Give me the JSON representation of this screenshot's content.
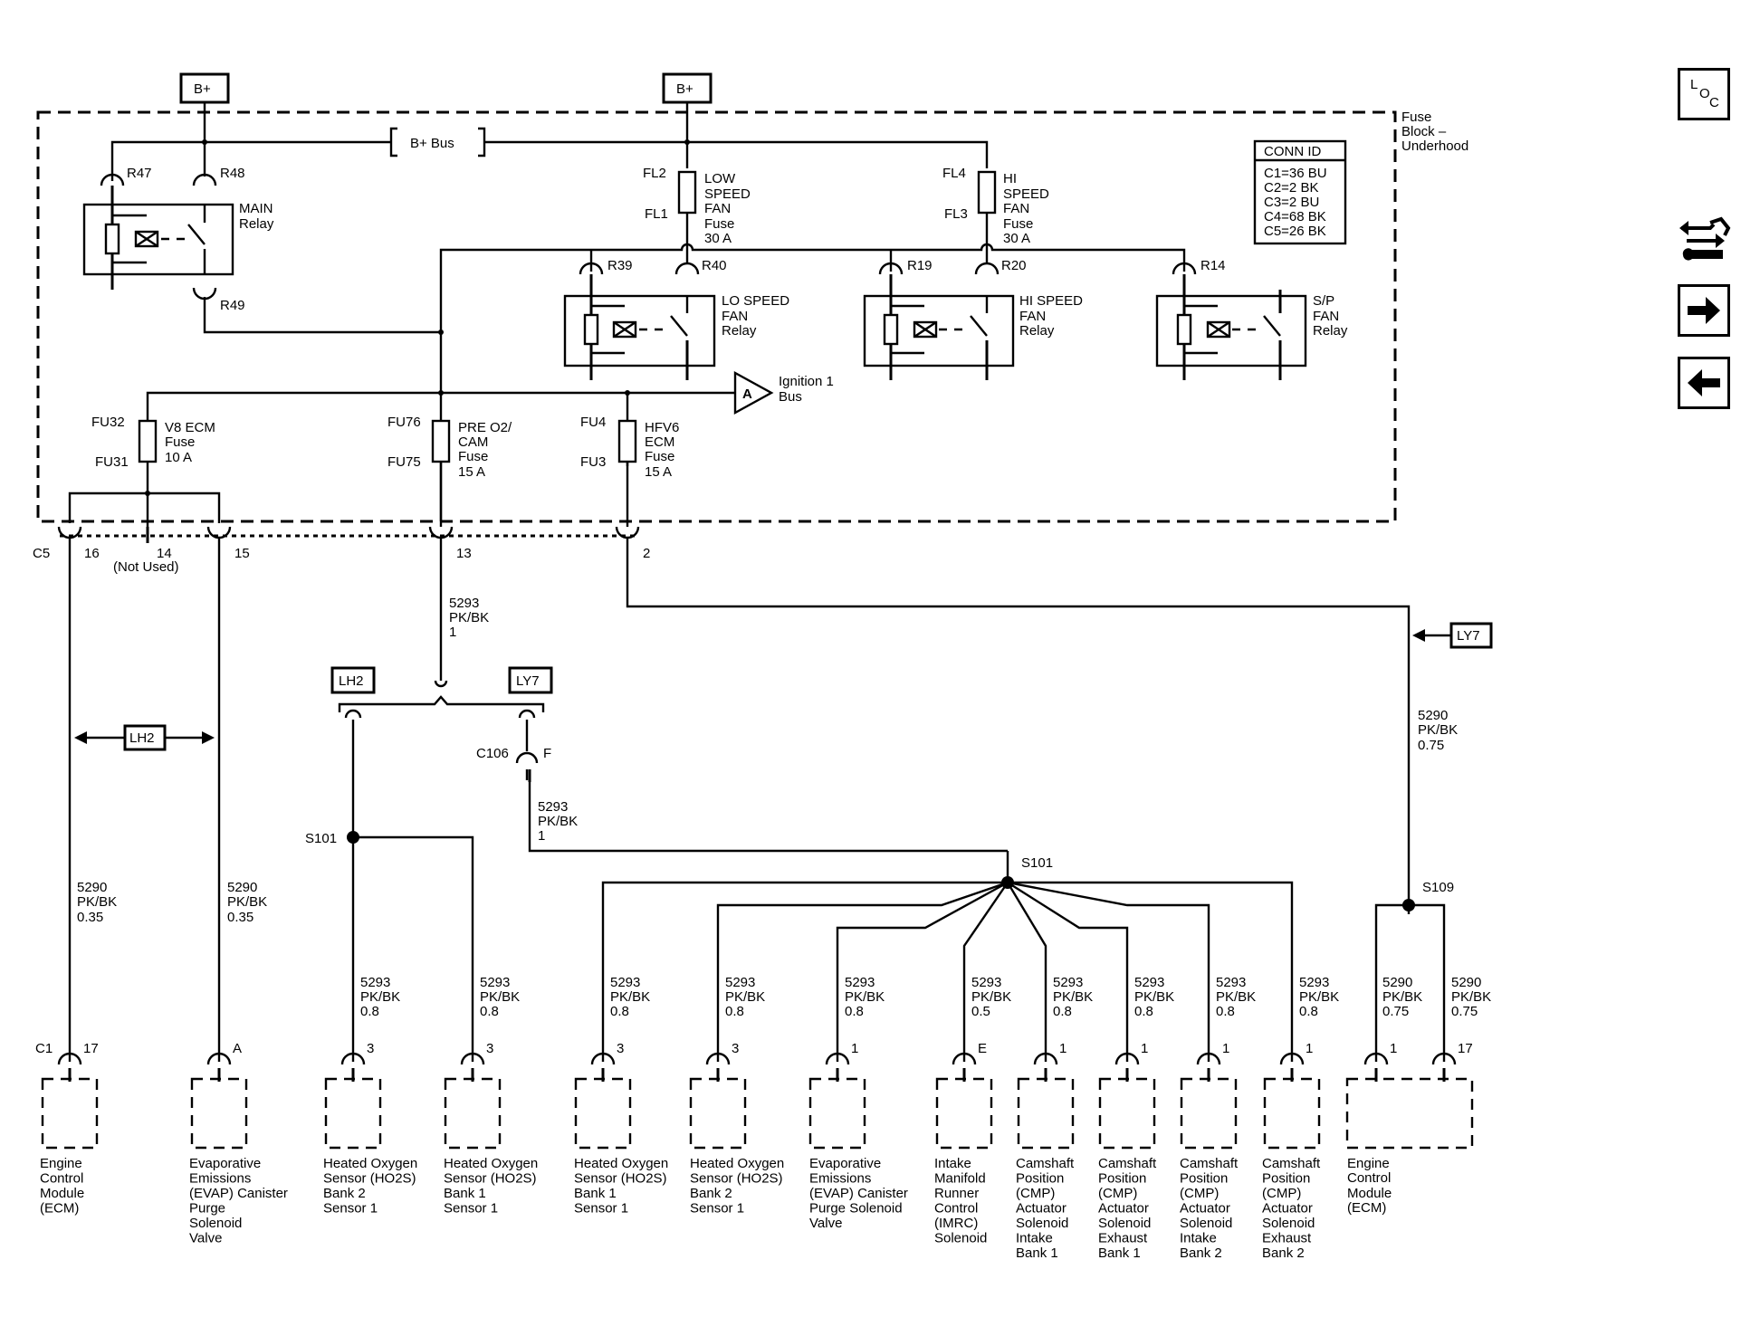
{
  "power": {
    "bplus_left": "B+",
    "bplus_right": "B+",
    "bus": "B+ Bus"
  },
  "fuse_block": {
    "label": [
      "Fuse",
      "Block –",
      "Underhood"
    ]
  },
  "conn_id": {
    "title": "CONN ID",
    "rows": [
      "C1=36 BU",
      "C2=2 BK",
      "C3=2 BU",
      "C4=68 BK",
      "C5=26 BK"
    ]
  },
  "relays": {
    "main": {
      "label": [
        "MAIN",
        "Relay"
      ],
      "pins": [
        "R47",
        "R48",
        "R49"
      ]
    },
    "lo": {
      "label": [
        "LO SPEED",
        "FAN",
        "Relay"
      ],
      "pins": [
        "R39",
        "R40"
      ]
    },
    "hi": {
      "label": [
        "HI SPEED",
        "FAN",
        "Relay"
      ],
      "pins": [
        "R19",
        "R20"
      ]
    },
    "sp": {
      "label": [
        "S/P",
        "FAN",
        "Relay"
      ],
      "pins": [
        "R14"
      ]
    }
  },
  "fuses": {
    "low_fan": {
      "top": "FL2",
      "bot": "FL1",
      "label": [
        "LOW",
        "SPEED",
        "FAN",
        "Fuse",
        "30 A"
      ]
    },
    "hi_fan": {
      "top": "FL4",
      "bot": "FL3",
      "label": [
        "HI",
        "SPEED",
        "FAN",
        "Fuse",
        "30 A"
      ]
    },
    "v8": {
      "top": "FU32",
      "bot": "FU31",
      "label": [
        "V8 ECM",
        "Fuse",
        "10 A"
      ]
    },
    "pre": {
      "top": "FU76",
      "bot": "FU75",
      "label": [
        "PRE O2/",
        "CAM",
        "Fuse",
        "15 A"
      ]
    },
    "hfv6": {
      "top": "FU4",
      "bot": "FU3",
      "label": [
        "HFV6",
        "ECM",
        "Fuse",
        "15 A"
      ]
    }
  },
  "ignition": {
    "letter": "A",
    "label": [
      "Ignition 1",
      "Bus"
    ]
  },
  "c5": {
    "name": "C5",
    "pins": [
      "16",
      "14",
      "15",
      "13",
      "2"
    ],
    "not_used": "(Not Used)"
  },
  "wires": {
    "w1": [
      "5293",
      "PK/BK",
      "1"
    ],
    "w2": [
      "5293",
      "PK/BK",
      "1"
    ],
    "w_right": [
      "5290",
      "PK/BK",
      "0.75"
    ],
    "w_ecm": [
      "5290",
      "PK/BK",
      "0.35"
    ],
    "w_evap": [
      "5290",
      "PK/BK",
      "0.35"
    ]
  },
  "options": {
    "lh2_a": "LH2",
    "ly7_a": "LY7",
    "lh2_b": "LH2",
    "ly7_b": "LY7"
  },
  "c106": {
    "name": "C106",
    "pin": "F"
  },
  "splices": {
    "s101_a": "S101",
    "s101_b": "S101",
    "s109": "S109"
  },
  "components": [
    {
      "conn": "C1",
      "pin": "17",
      "wire": [],
      "name": [
        "Engine",
        "Control",
        "Module",
        "(ECM)"
      ]
    },
    {
      "conn": "",
      "pin": "A",
      "wire": [],
      "name": [
        "Evaporative",
        "Emissions",
        "(EVAP) Canister",
        "Purge",
        "Solenoid",
        "Valve"
      ]
    },
    {
      "conn": "",
      "pin": "3",
      "wire": [
        "5293",
        "PK/BK",
        "0.8"
      ],
      "name": [
        "Heated Oxygen",
        "Sensor (HO2S)",
        "Bank 2",
        "Sensor 1"
      ]
    },
    {
      "conn": "",
      "pin": "3",
      "wire": [
        "5293",
        "PK/BK",
        "0.8"
      ],
      "name": [
        "Heated Oxygen",
        "Sensor (HO2S)",
        "Bank 1",
        "Sensor 1"
      ]
    },
    {
      "conn": "",
      "pin": "3",
      "wire": [
        "5293",
        "PK/BK",
        "0.8"
      ],
      "name": [
        "Heated Oxygen",
        "Sensor (HO2S)",
        "Bank 1",
        "Sensor 1"
      ]
    },
    {
      "conn": "",
      "pin": "3",
      "wire": [
        "5293",
        "PK/BK",
        "0.8"
      ],
      "name": [
        "Heated Oxygen",
        "Sensor (HO2S)",
        "Bank 2",
        "Sensor 1"
      ]
    },
    {
      "conn": "",
      "pin": "1",
      "wire": [
        "5293",
        "PK/BK",
        "0.8"
      ],
      "name": [
        "Evaporative",
        "Emissions",
        "(EVAP) Canister",
        "Purge Solenoid",
        "Valve"
      ]
    },
    {
      "conn": "",
      "pin": "E",
      "wire": [
        "5293",
        "PK/BK",
        "0.5"
      ],
      "name": [
        "Intake",
        "Manifold",
        "Runner",
        "Control",
        "(IMRC)",
        "Solenoid"
      ]
    },
    {
      "conn": "",
      "pin": "1",
      "wire": [
        "5293",
        "PK/BK",
        "0.8"
      ],
      "name": [
        "Camshaft",
        "Position",
        "(CMP)",
        "Actuator",
        "Solenoid",
        "Intake",
        "Bank 1"
      ]
    },
    {
      "conn": "",
      "pin": "1",
      "wire": [
        "5293",
        "PK/BK",
        "0.8"
      ],
      "name": [
        "Camshaft",
        "Position",
        "(CMP)",
        "Actuator",
        "Solenoid",
        "Exhaust",
        "Bank 1"
      ]
    },
    {
      "conn": "",
      "pin": "1",
      "wire": [
        "5293",
        "PK/BK",
        "0.8"
      ],
      "name": [
        "Camshaft",
        "Position",
        "(CMP)",
        "Actuator",
        "Solenoid",
        "Intake",
        "Bank 2"
      ]
    },
    {
      "conn": "",
      "pin": "1",
      "wire": [
        "5293",
        "PK/BK",
        "0.8"
      ],
      "name": [
        "Camshaft",
        "Position",
        "(CMP)",
        "Actuator",
        "Solenoid",
        "Exhaust",
        "Bank 2"
      ]
    }
  ],
  "ecm_right": {
    "pins": [
      "1",
      "17"
    ],
    "wires": [
      [
        "5290",
        "PK/BK",
        "0.75"
      ],
      [
        "5290",
        "PK/BK",
        "0.75"
      ]
    ],
    "name": [
      "Engine",
      "Control",
      "Module",
      "(ECM)"
    ]
  },
  "nav": {
    "loc_letters": [
      "L",
      "O",
      "C"
    ]
  }
}
